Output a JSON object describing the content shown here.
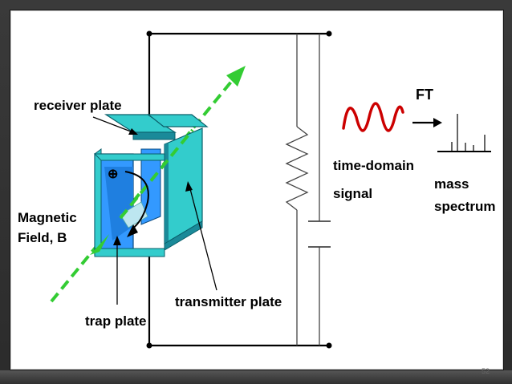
{
  "labels": {
    "receiver_plate": "receiver plate",
    "magnetic_field_line1": "Magnetic",
    "magnetic_field_line2": "Field, B",
    "trap_plate": "trap plate",
    "transmitter_plate": "transmitter plate",
    "time_domain_line1": "time-domain",
    "time_domain_line2": "signal",
    "ft": "FT",
    "mass_line1": "mass",
    "mass_line2": "spectrum",
    "ion_symbol": "⊕"
  },
  "slide_number": "52",
  "colors": {
    "cell_face": "#33cccc",
    "cell_blue": "#3399ff",
    "field_arrow": "#33cc33",
    "signal_wave": "#cc0000",
    "wire": "#000000"
  }
}
